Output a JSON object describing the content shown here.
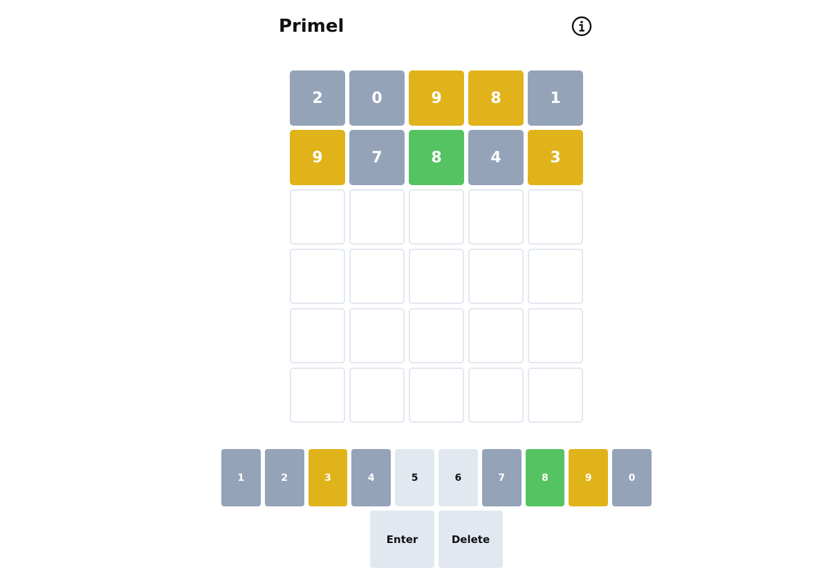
{
  "header": {
    "title": "Primel",
    "info_icon": "info-circle-icon"
  },
  "board": {
    "rows": [
      [
        {
          "value": "2",
          "state": "absent"
        },
        {
          "value": "0",
          "state": "absent"
        },
        {
          "value": "9",
          "state": "present"
        },
        {
          "value": "8",
          "state": "present"
        },
        {
          "value": "1",
          "state": "absent"
        }
      ],
      [
        {
          "value": "9",
          "state": "present"
        },
        {
          "value": "7",
          "state": "absent"
        },
        {
          "value": "8",
          "state": "correct"
        },
        {
          "value": "4",
          "state": "absent"
        },
        {
          "value": "3",
          "state": "present"
        }
      ],
      [
        {
          "value": "",
          "state": "empty"
        },
        {
          "value": "",
          "state": "empty"
        },
        {
          "value": "",
          "state": "empty"
        },
        {
          "value": "",
          "state": "empty"
        },
        {
          "value": "",
          "state": "empty"
        }
      ],
      [
        {
          "value": "",
          "state": "empty"
        },
        {
          "value": "",
          "state": "empty"
        },
        {
          "value": "",
          "state": "empty"
        },
        {
          "value": "",
          "state": "empty"
        },
        {
          "value": "",
          "state": "empty"
        }
      ],
      [
        {
          "value": "",
          "state": "empty"
        },
        {
          "value": "",
          "state": "empty"
        },
        {
          "value": "",
          "state": "empty"
        },
        {
          "value": "",
          "state": "empty"
        },
        {
          "value": "",
          "state": "empty"
        }
      ],
      [
        {
          "value": "",
          "state": "empty"
        },
        {
          "value": "",
          "state": "empty"
        },
        {
          "value": "",
          "state": "empty"
        },
        {
          "value": "",
          "state": "empty"
        },
        {
          "value": "",
          "state": "empty"
        }
      ]
    ]
  },
  "keyboard": {
    "digits": [
      {
        "label": "1",
        "state": "absent"
      },
      {
        "label": "2",
        "state": "absent"
      },
      {
        "label": "3",
        "state": "present"
      },
      {
        "label": "4",
        "state": "absent"
      },
      {
        "label": "5",
        "state": "default"
      },
      {
        "label": "6",
        "state": "default"
      },
      {
        "label": "7",
        "state": "absent"
      },
      {
        "label": "8",
        "state": "correct"
      },
      {
        "label": "9",
        "state": "present"
      },
      {
        "label": "0",
        "state": "absent"
      }
    ],
    "enter_label": "Enter",
    "delete_label": "Delete"
  },
  "colors": {
    "absent": "#94a3b8",
    "present": "#e1b31b",
    "correct": "#56c362",
    "key_default": "#e2e8f0",
    "empty_border": "#e2e8f0"
  }
}
